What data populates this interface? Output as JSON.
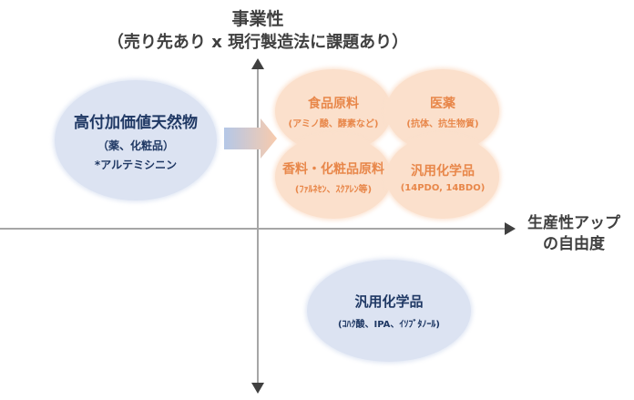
{
  "y_axis": {
    "title_line1": "事業性",
    "title_line2": "（売り先あり x 現行製造法に課題あり）"
  },
  "x_axis": {
    "title_line1": "生産性アップ",
    "title_line2": "の自由度"
  },
  "source": {
    "title": "高付加価値天然物",
    "sub1": "（薬、化粧品）",
    "sub2": "*アルテミシニン"
  },
  "targets": [
    {
      "title": "食品原料",
      "sub": "(アミノ酸、酵素など)"
    },
    {
      "title": "医薬",
      "sub": "(抗体、抗生物質)"
    },
    {
      "title": "香料・化粧品原料",
      "sub": "(ﾌｧﾙﾈｾﾝ、ｽｸｱﾚﾝ等)"
    },
    {
      "title": "汎用化学品",
      "sub": "(14PDO, 14BDO)"
    }
  ],
  "lower": {
    "title": "汎用化学品",
    "sub": "(ｺﾊｸ酸、IPA、ｲｿﾌﾞﾀﾉｰﾙ)"
  },
  "colors": {
    "blue_fill": "#dce3f2",
    "blue_text": "#1f3864",
    "orange_fill": "#fbe0cc",
    "orange_text": "#e8874a",
    "axis": "#a6a6a6",
    "arrowhead": "#404040"
  }
}
